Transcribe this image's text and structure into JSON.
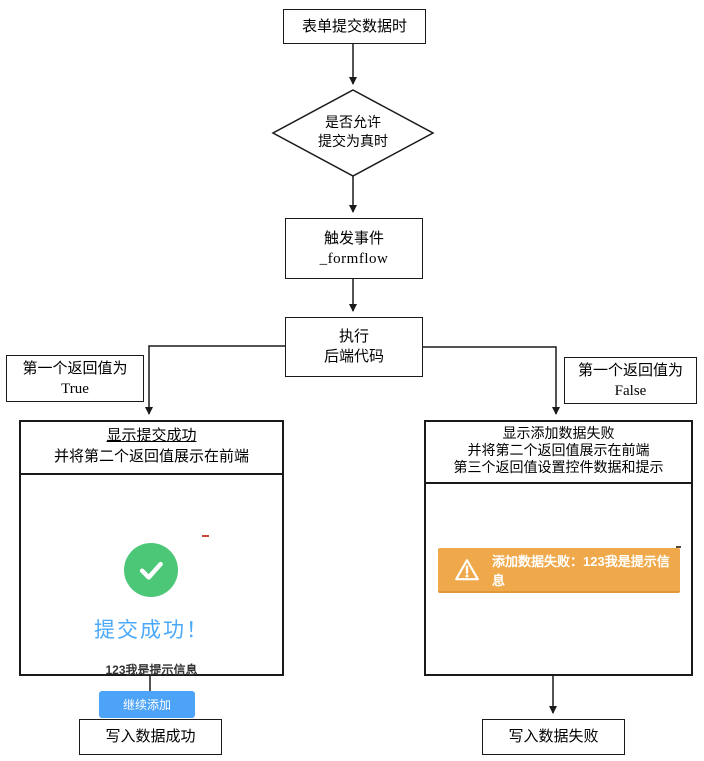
{
  "flow": {
    "start": {
      "label": "表单提交数据时"
    },
    "decision": {
      "line1": "是否允许",
      "line2": "提交为真时"
    },
    "trigger": {
      "line1": "触发事件",
      "line2": "_formflow"
    },
    "execute": {
      "line1": "执行",
      "line2": "后端代码"
    },
    "branch_true": {
      "line1": "第一个返回值为",
      "line2": "True"
    },
    "branch_false": {
      "line1": "第一个返回值为",
      "line2": "False"
    },
    "success_box": {
      "header1": "显示提交成功",
      "header2": "并将第二个返回值展示在前端"
    },
    "fail_box": {
      "header1": "显示添加数据失败",
      "header2": "并将第二个返回值展示在前端",
      "header3": "第三个返回值设置控件数据和提示"
    },
    "end_success": {
      "label": "写入数据成功"
    },
    "end_fail": {
      "label": "写入数据失败"
    }
  },
  "success_preview": {
    "title": "提交成功！",
    "message": "123我是提示信息",
    "button_label": "继续添加",
    "icon": "check-circle-icon",
    "colors": {
      "circle": "#4cc777",
      "title": "#4aa9fb",
      "button": "#4da3f7"
    }
  },
  "fail_preview": {
    "alert_text": "添加数据失败：123我是提示信息",
    "icon": "warning-triangle-icon",
    "colors": {
      "bar": "#f0a94a"
    }
  }
}
